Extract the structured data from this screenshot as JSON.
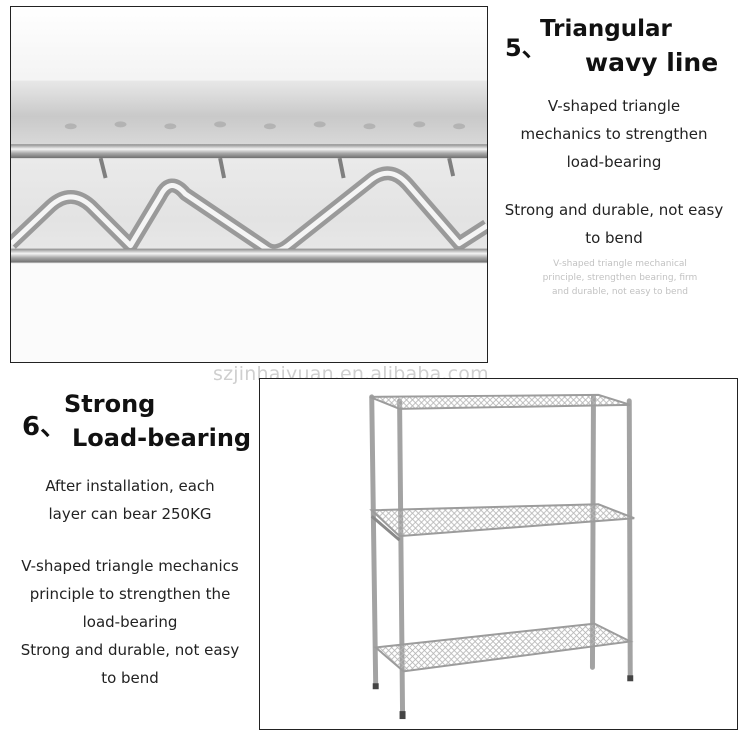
{
  "section5": {
    "number": "5、",
    "heading_line1": "Triangular",
    "heading_line2": "wavy line",
    "desc_lines": [
      "V-shaped triangle",
      "mechanics to strengthen",
      "load-bearing"
    ],
    "desc2_lines": [
      "Strong and durable, not easy",
      "to bend"
    ],
    "small_lines": [
      "V-shaped triangle mechanical",
      "principle, strengthen bearing, firm",
      "and durable, not easy to bend"
    ]
  },
  "watermark": "szjinhaiyuan.en.alibaba.com",
  "section6": {
    "number": "6、",
    "heading_line1": "Strong",
    "heading_line2": "Load-bearing",
    "desc1_lines": [
      "After installation, each",
      "layer can bear 250KG"
    ],
    "desc2_lines": [
      "V-shaped triangle mechanics",
      "principle to strengthen the",
      "load-bearing",
      "Strong and durable, not easy",
      "to bend"
    ]
  }
}
